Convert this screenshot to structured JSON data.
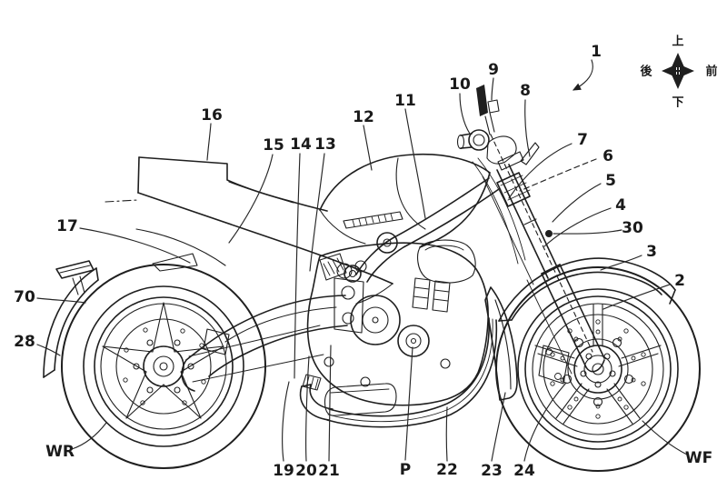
{
  "colors": {
    "ink": "#1f1f1f",
    "background": "#ffffff"
  },
  "compass": {
    "up": "上",
    "down": "下",
    "front": "前",
    "rear": "後"
  },
  "labels": {
    "n1": "1",
    "n2": "2",
    "n3": "3",
    "n4": "4",
    "n5": "5",
    "n6": "6",
    "n7": "7",
    "n8": "8",
    "n9": "9",
    "n10": "10",
    "n11": "11",
    "n12": "12",
    "n13": "13",
    "n14": "14",
    "n15": "15",
    "n16": "16",
    "n17": "17",
    "n19": "19",
    "n20": "20",
    "n21": "21",
    "n22": "22",
    "n23": "23",
    "n24": "24",
    "n28": "28",
    "n30": "30",
    "n70": "70",
    "p": "P",
    "wr": "WR",
    "wf": "WF"
  }
}
